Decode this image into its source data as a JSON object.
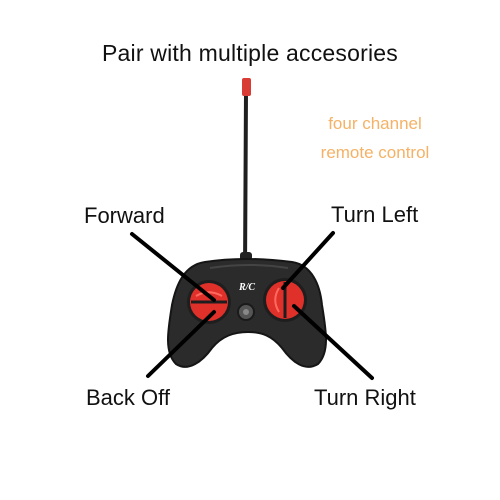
{
  "headline": "Pair with multiple accesories",
  "tagline": {
    "line1": "four channel",
    "line2": "remote control"
  },
  "labels": {
    "forward": "Forward",
    "turn_left": "Turn Left",
    "back_off": "Back Off",
    "turn_right": "Turn Right"
  },
  "remote_badge": "R/C",
  "colors": {
    "accent_text": "#f5b266",
    "button_red": "#e0302a",
    "body_dark": "#2b2b2b",
    "antenna_tip": "#d93b35"
  }
}
